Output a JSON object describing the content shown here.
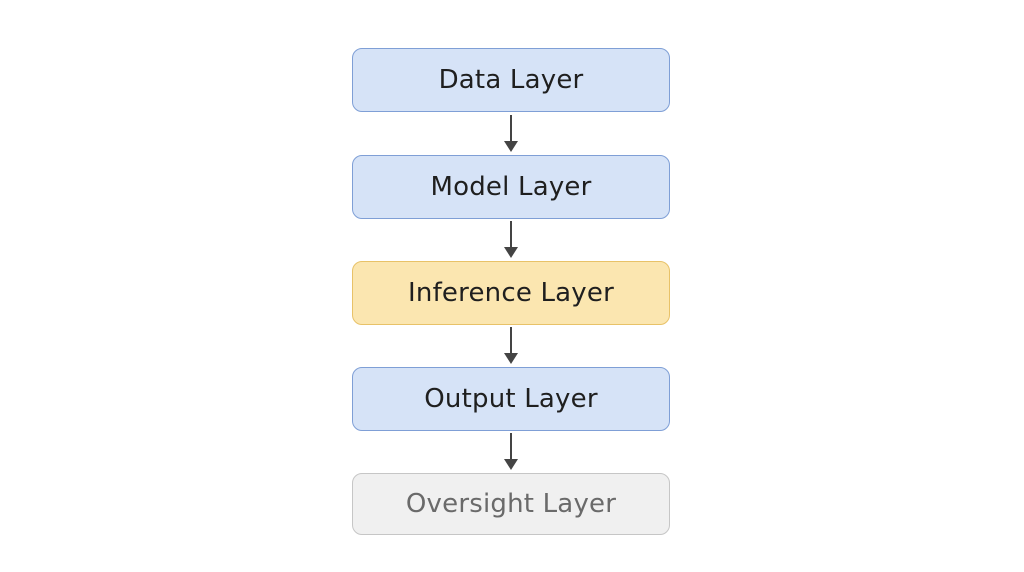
{
  "diagram": {
    "layers": [
      {
        "label": "Data Layer",
        "style": "blue"
      },
      {
        "label": "Model Layer",
        "style": "blue"
      },
      {
        "label": "Inference Layer",
        "style": "yellow"
      },
      {
        "label": "Output Layer",
        "style": "blue"
      },
      {
        "label": "Oversight Layer",
        "style": "gray"
      }
    ],
    "colors": {
      "blue_fill": "#d6e3f7",
      "blue_border": "#7f9fd6",
      "yellow_fill": "#fbe6b0",
      "yellow_border": "#e8c268",
      "gray_fill": "#f0f0f0",
      "gray_border": "#c6c6c6",
      "arrow": "#444444"
    }
  }
}
